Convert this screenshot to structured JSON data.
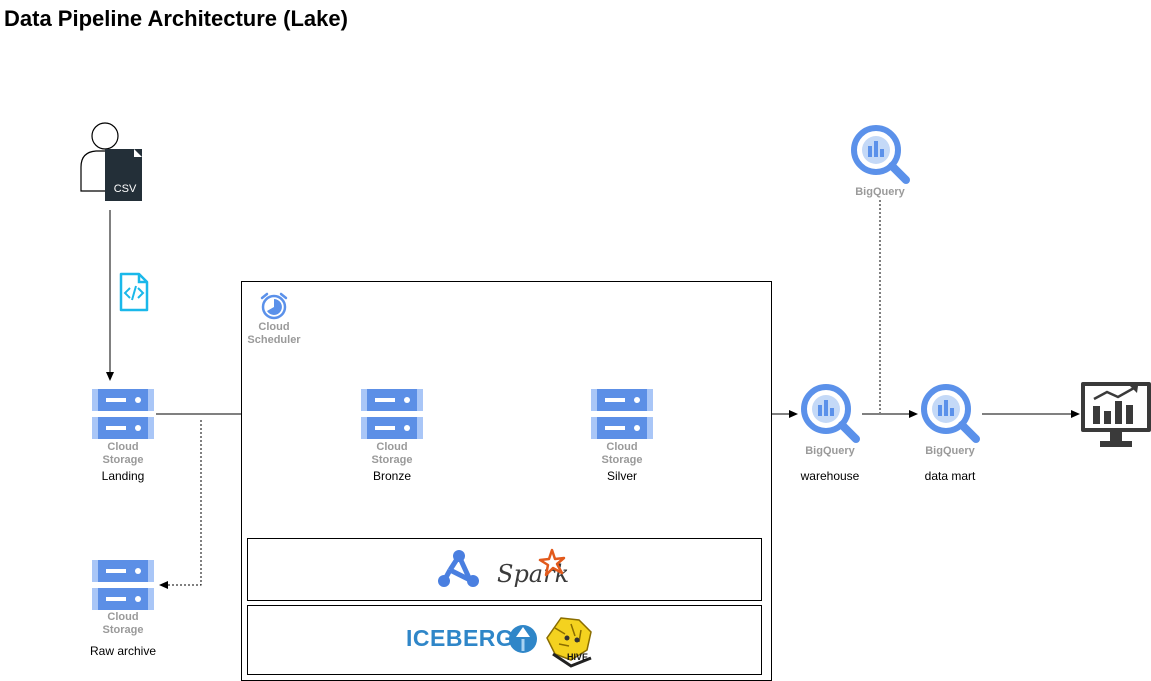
{
  "title": "Data Pipeline Architecture (Lake)",
  "icons": {
    "user": "user-csv-icon",
    "code_file": "code-file-icon",
    "storage": "cloud-storage-icon",
    "bigquery": "bigquery-icon",
    "scheduler": "cloud-scheduler-icon",
    "dataproc": "dataproc-icon",
    "spark": "spark-logo",
    "iceberg": "iceberg-logo",
    "hive": "hive-logo",
    "dashboard": "dashboard-monitor-icon"
  },
  "user_file": {
    "badge": "CSV"
  },
  "scheduler": {
    "service_line1": "Cloud",
    "service_line2": "Scheduler"
  },
  "nodes": {
    "landing": {
      "service_line1": "Cloud",
      "service_line2": "Storage",
      "caption": "Landing"
    },
    "bronze": {
      "service_line1": "Cloud",
      "service_line2": "Storage",
      "caption": "Bronze"
    },
    "silver": {
      "service_line1": "Cloud",
      "service_line2": "Storage",
      "caption": "Silver"
    },
    "raw_archive": {
      "service_line1": "Cloud",
      "service_line2": "Storage",
      "caption": "Raw archive"
    },
    "warehouse": {
      "service": "BigQuery",
      "caption": "warehouse"
    },
    "data_mart": {
      "service": "BigQuery",
      "caption": "data mart"
    },
    "bigquery_top": {
      "service": "BigQuery"
    }
  },
  "processing": {
    "spark_label": "Spark"
  },
  "table_format": {
    "iceberg_label": "ICEBERG",
    "hive_label": "HIVE"
  },
  "colors": {
    "storage_blue": "#5c8fe6",
    "storage_light": "#a9c6f7",
    "bigquery_blue": "#5b91ea",
    "label_gray": "#9a9a9a",
    "code_cyan": "#1ab8ea",
    "spark_orange": "#e25a1c",
    "iceberg_blue": "#2f86c8",
    "hive_yellow": "#f4d21f"
  }
}
